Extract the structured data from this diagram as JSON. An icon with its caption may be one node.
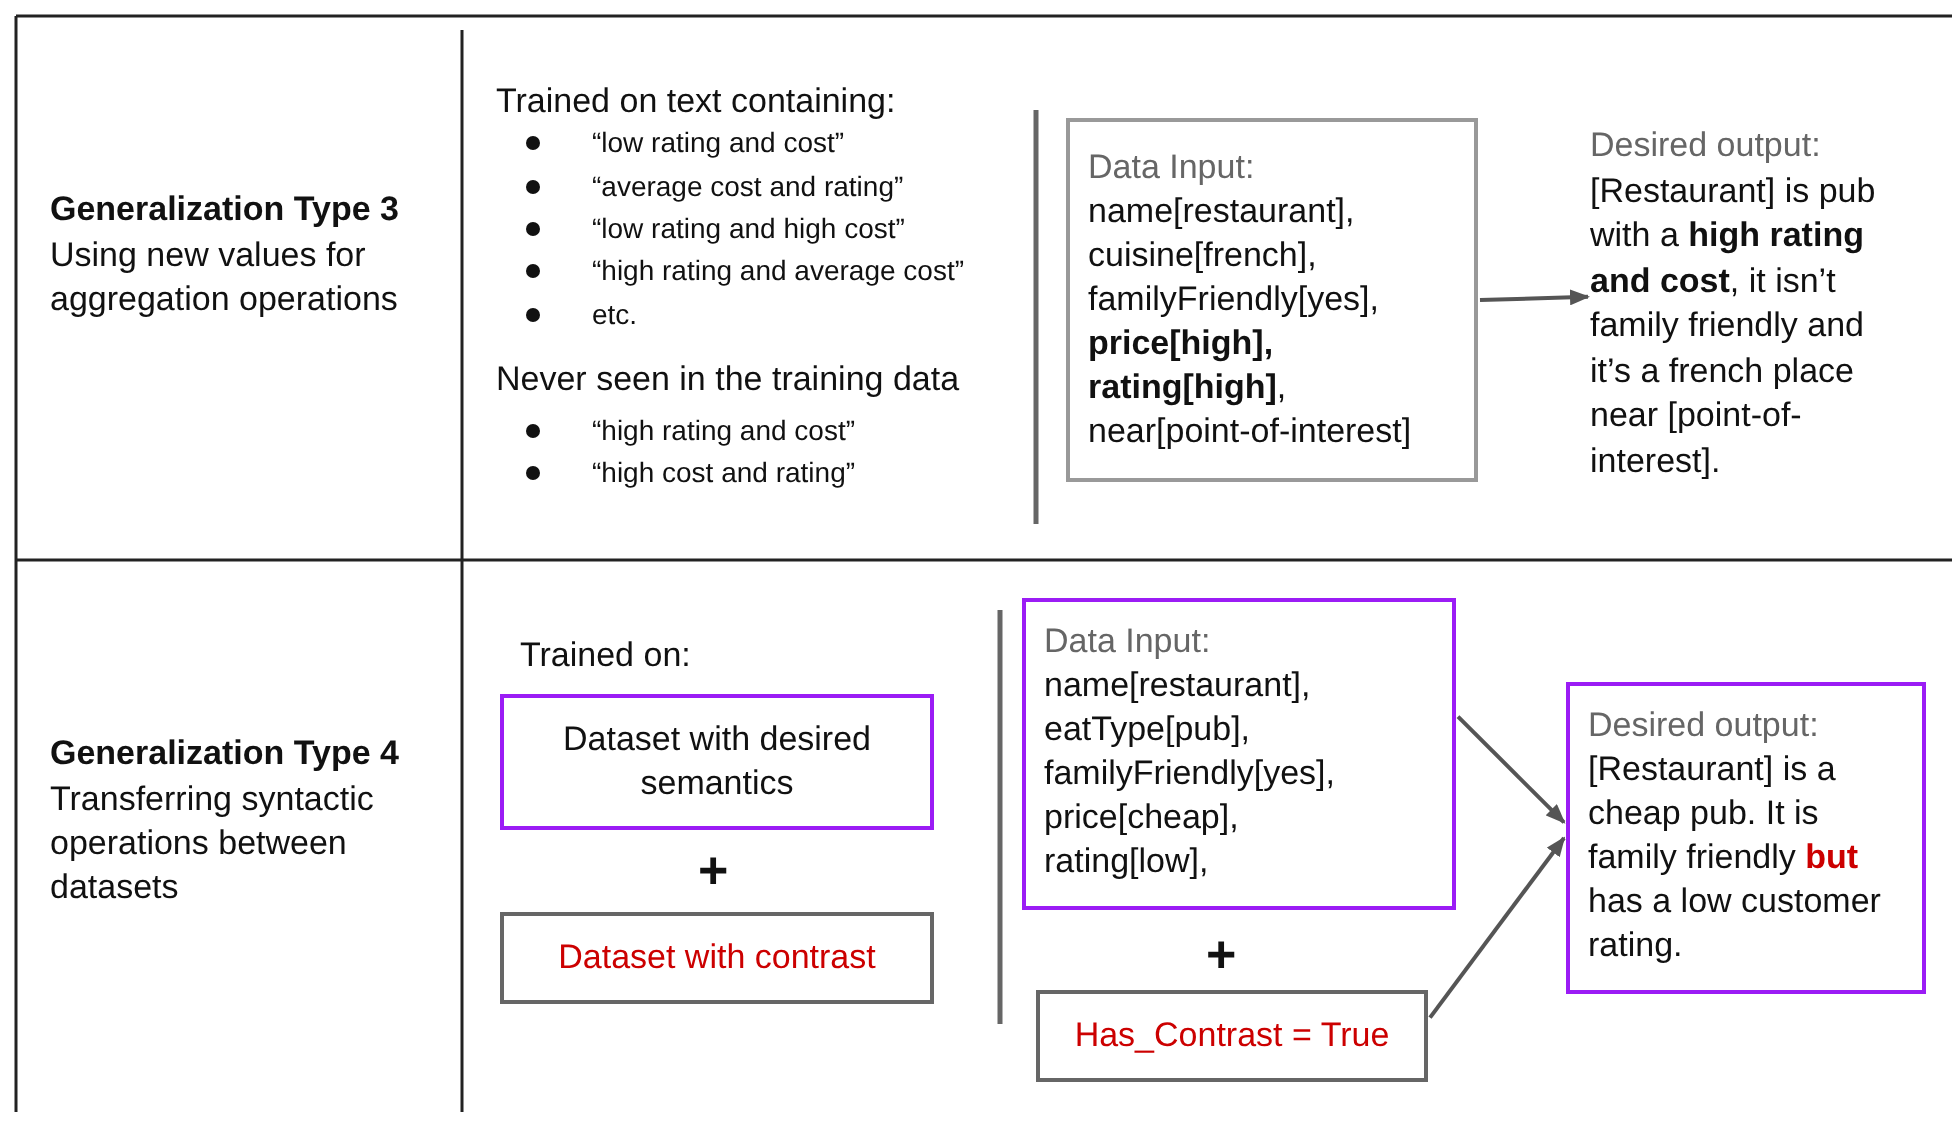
{
  "diagram": {
    "nodes": [
      {
        "text": [
          "Data Input:",
          "name[restaurant], cuisine[french], familyFriendly[yes], **price[high], rating[high]**, near[point-of-interest]"
        ]
      },
      {
        "text": [
          "Desired output:",
          "[Restaurant] is pub with a **high rating and cost**, it isn’t family friendly and it’s a french place near [point-of-interest]."
        ]
      },
      {
        "text": [
          "Dataset with desired semantics"
        ]
      },
      {
        "text": [
          "Dataset with contrast"
        ]
      },
      {
        "text": [
          "Data Input:",
          "name[restaurant], eatType[pub], familyFriendly[yes], price[cheap], rating[low],"
        ]
      },
      {
        "text": [
          "Has_Contrast = True"
        ]
      },
      {
        "text": [
          "Desired output:",
          "[Restaurant] is a cheap pub. It is family friendly **but** has a low customer rating."
        ]
      }
    ],
    "edges": [
      {
        "from": 0,
        "to": 1,
        "arrow": "to"
      },
      {
        "from": 4,
        "to": 6,
        "arrow": "to"
      },
      {
        "from": 5,
        "to": 6,
        "arrow": "to"
      }
    ],
    "labels": [
      "Generalization Type 3",
      "Using new values for aggregation operations",
      "Trained on text containing:",
      "“low rating and cost”",
      "“average cost and rating”",
      "“low rating and high cost”",
      "“high rating and average cost”",
      "etc.",
      "Never seen in the training data",
      "“high rating and cost”",
      "“high cost and rating”",
      "Generalization Type 4",
      "Transferring syntactic operations between datasets",
      "Trained on:",
      "+",
      "+"
    ]
  }
}
